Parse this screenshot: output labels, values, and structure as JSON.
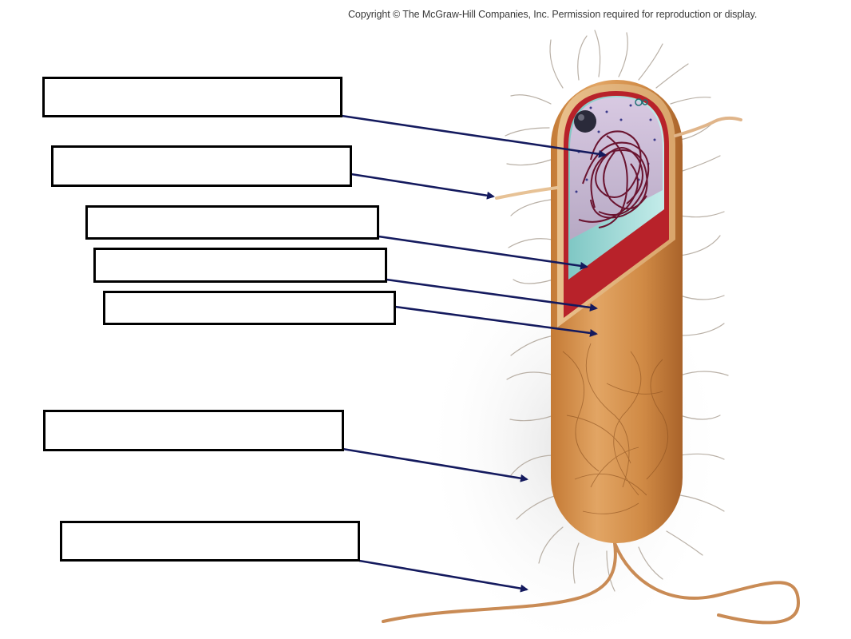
{
  "copyright": "Copyright © The McGraw-Hill Companies, Inc. Permission required for reproduction or display.",
  "label_boxes": [
    {
      "id": "box-1",
      "text": ""
    },
    {
      "id": "box-2",
      "text": ""
    },
    {
      "id": "box-3",
      "text": ""
    },
    {
      "id": "box-4",
      "text": ""
    },
    {
      "id": "box-5",
      "text": ""
    },
    {
      "id": "box-6",
      "text": ""
    },
    {
      "id": "box-7",
      "text": ""
    }
  ],
  "colors": {
    "arrow": "#141a5e",
    "cell_surface": "#d9964e",
    "cell_membrane": "#b8222a",
    "cytoplasm": "#c7b8cf",
    "nucleoid": "#6a1430",
    "flagellum": "#c98b55"
  }
}
